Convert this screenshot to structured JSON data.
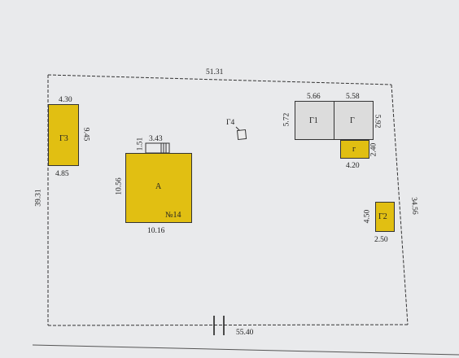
{
  "plot": {
    "dim_top": "51.31",
    "dim_bottom": "55.40",
    "dim_left": "39.31",
    "dim_right": "34.56"
  },
  "buildings": {
    "g3": {
      "label": "Г3",
      "dim_top": "4.30",
      "dim_side": "9.45",
      "dim_bottom": "4.85"
    },
    "house": {
      "label": "А",
      "number": "№14",
      "dim_left": "10.56",
      "dim_bottom": "10.16",
      "porch_height": "1.51",
      "porch_width": "3.43"
    },
    "g4": {
      "label": "Г4"
    },
    "g1": {
      "label": "Г1",
      "dim_top": "5.66",
      "dim_left": "5.72"
    },
    "g": {
      "label": "Г",
      "dim_top": "5.58",
      "dim_right": "5.92"
    },
    "small_g": {
      "label": "г",
      "dim_bottom": "4.20",
      "dim_right": "2.40"
    },
    "g2": {
      "label": "Г2",
      "dim_left": "4.50",
      "dim_bottom": "2.50"
    }
  },
  "colors": {
    "fill_yellow": "#e1bf12",
    "fill_grey": "#dcdcdc",
    "line": "#333333"
  }
}
